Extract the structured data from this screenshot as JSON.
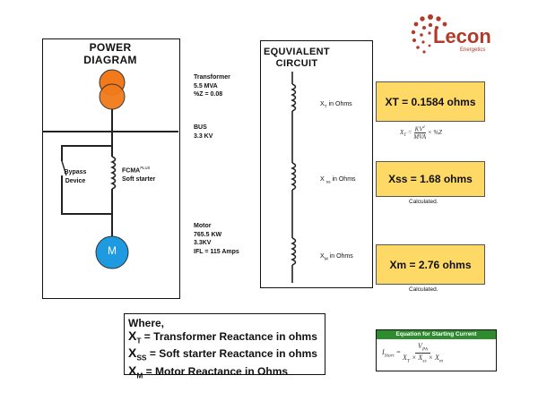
{
  "logo": {
    "brand": "Lecon",
    "tagline": "Energetics",
    "dot_color": "#b23a2a"
  },
  "power_diagram": {
    "title_line1": "POWER",
    "title_line2": "DIAGRAM",
    "transformer": {
      "label": "Transformer",
      "rating": "5.5 MVA",
      "impedance": "%Z = 0.08"
    },
    "bus": {
      "label": "BUS",
      "voltage": "3.3 KV"
    },
    "bypass_label_1": "Bypass",
    "bypass_label_2": "Device",
    "fcma_label": "FCMA",
    "fcma_superscript": "PLUS",
    "soft_starter_label": "Soft starter",
    "motor": {
      "symbol": "M",
      "label": "Motor",
      "power": "765.5 KW",
      "voltage": "3.3KV",
      "ifl": "IFL = 115 Amps"
    },
    "transformer_color": "#f27a1a",
    "motor_color": "#1e9be0"
  },
  "equivalent_circuit": {
    "title_line1": "EQUVIALENT",
    "title_line2": "CIRCUIT",
    "xt_label": {
      "main": "X",
      "sub": "T",
      "rest": " in Ohms"
    },
    "xss_label": {
      "main": "X ",
      "sub": "ss",
      "rest": " in Ohms"
    },
    "xm_label": {
      "main": "X",
      "sub": "M",
      "rest": " in Ohms"
    }
  },
  "results": {
    "xt": "XT = 0.1584 ohms",
    "xss": "Xss = 1.68 ohms",
    "xm": "Xm = 2.76 ohms",
    "xss_note": "Calculated.",
    "xm_note": "Calculated.",
    "box_color": "#ffd966"
  },
  "xt_formula": {
    "lhs": "X",
    "lhs_sub": "T",
    "eq": " = ",
    "num": "KV",
    "num_sup": "2",
    "den": "MVA",
    "rest": " × %Z"
  },
  "legend": {
    "where": "Where,",
    "line1": {
      "sym": "X",
      "sub": "T",
      "text": " = Transformer Reactance in ohms"
    },
    "line2": {
      "sym": "X",
      "sub": "SS",
      "text": " = Soft starter Reactance in ohms"
    },
    "line3": {
      "sym": "X",
      "sub": "M",
      "text": " = Motor Reactance in Ohms"
    }
  },
  "equation": {
    "header": "Equation for Starting Current",
    "header_color": "#2e8b2e",
    "lhs": "I",
    "lhs_sub": "Start",
    "eq": " = ",
    "num": "V",
    "num_sub": "Ph",
    "den_1": "X",
    "den_1_sub": "T",
    "den_x1": " × ",
    "den_2": "X",
    "den_2_sub": "ss",
    "den_x2": " × ",
    "den_3": "X",
    "den_3_sub": "m"
  }
}
